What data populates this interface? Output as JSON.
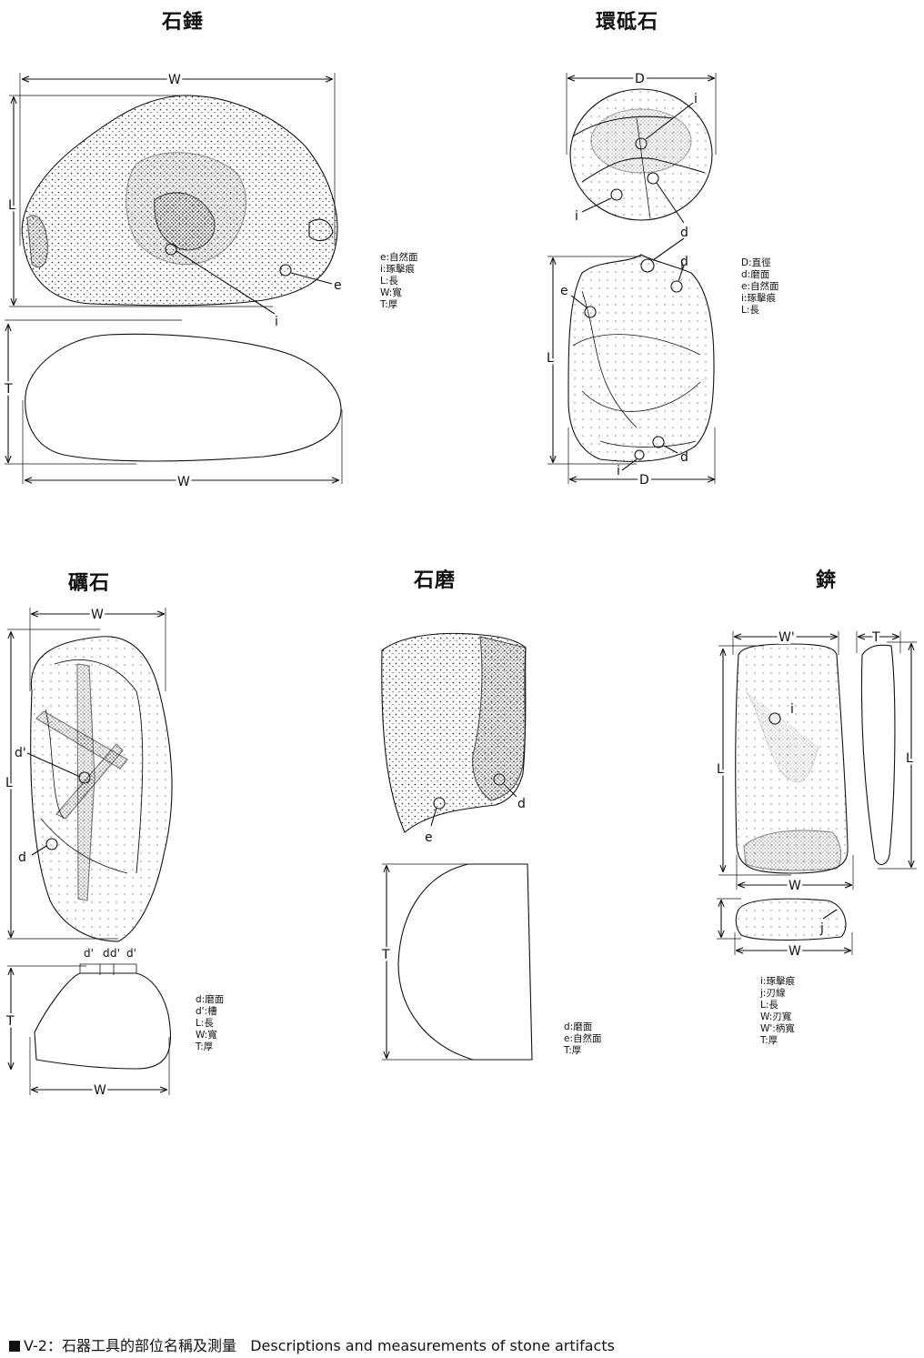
{
  "titles": {
    "hammerstone": "石錘",
    "ring_grinder": "環砥石",
    "whetstone": "礪石",
    "grinding_stone": "石磨",
    "adze": "錛"
  },
  "legends": {
    "hammerstone": [
      "e:自然面",
      "i:琢擊痕",
      "L:長",
      "W:寬",
      "T:厚"
    ],
    "ring_grinder": [
      "D:直徑",
      "d:磨面",
      "e:自然面",
      "i:琢擊痕",
      "L:長"
    ],
    "whetstone": [
      "d:磨面",
      "d':槽",
      "L:長",
      "W:寬",
      "T:厚"
    ],
    "grinding_stone": [
      "d:磨面",
      "e:自然面",
      "T:厚"
    ],
    "adze": [
      "i:琢擊痕",
      "j:刃線",
      "L:長",
      "W:刃寬",
      "W':柄寬",
      "T:厚"
    ]
  },
  "labels": {
    "W": "W",
    "L": "L",
    "T": "T",
    "D": "D",
    "e": "e",
    "i": "i",
    "d": "d",
    "dp": "d'",
    "j": "j",
    "Wp": "W'"
  },
  "caption": {
    "label": "V-2：石器工具的部位名稱及測量",
    "english": "Descriptions and measurements of stone artifacts"
  }
}
